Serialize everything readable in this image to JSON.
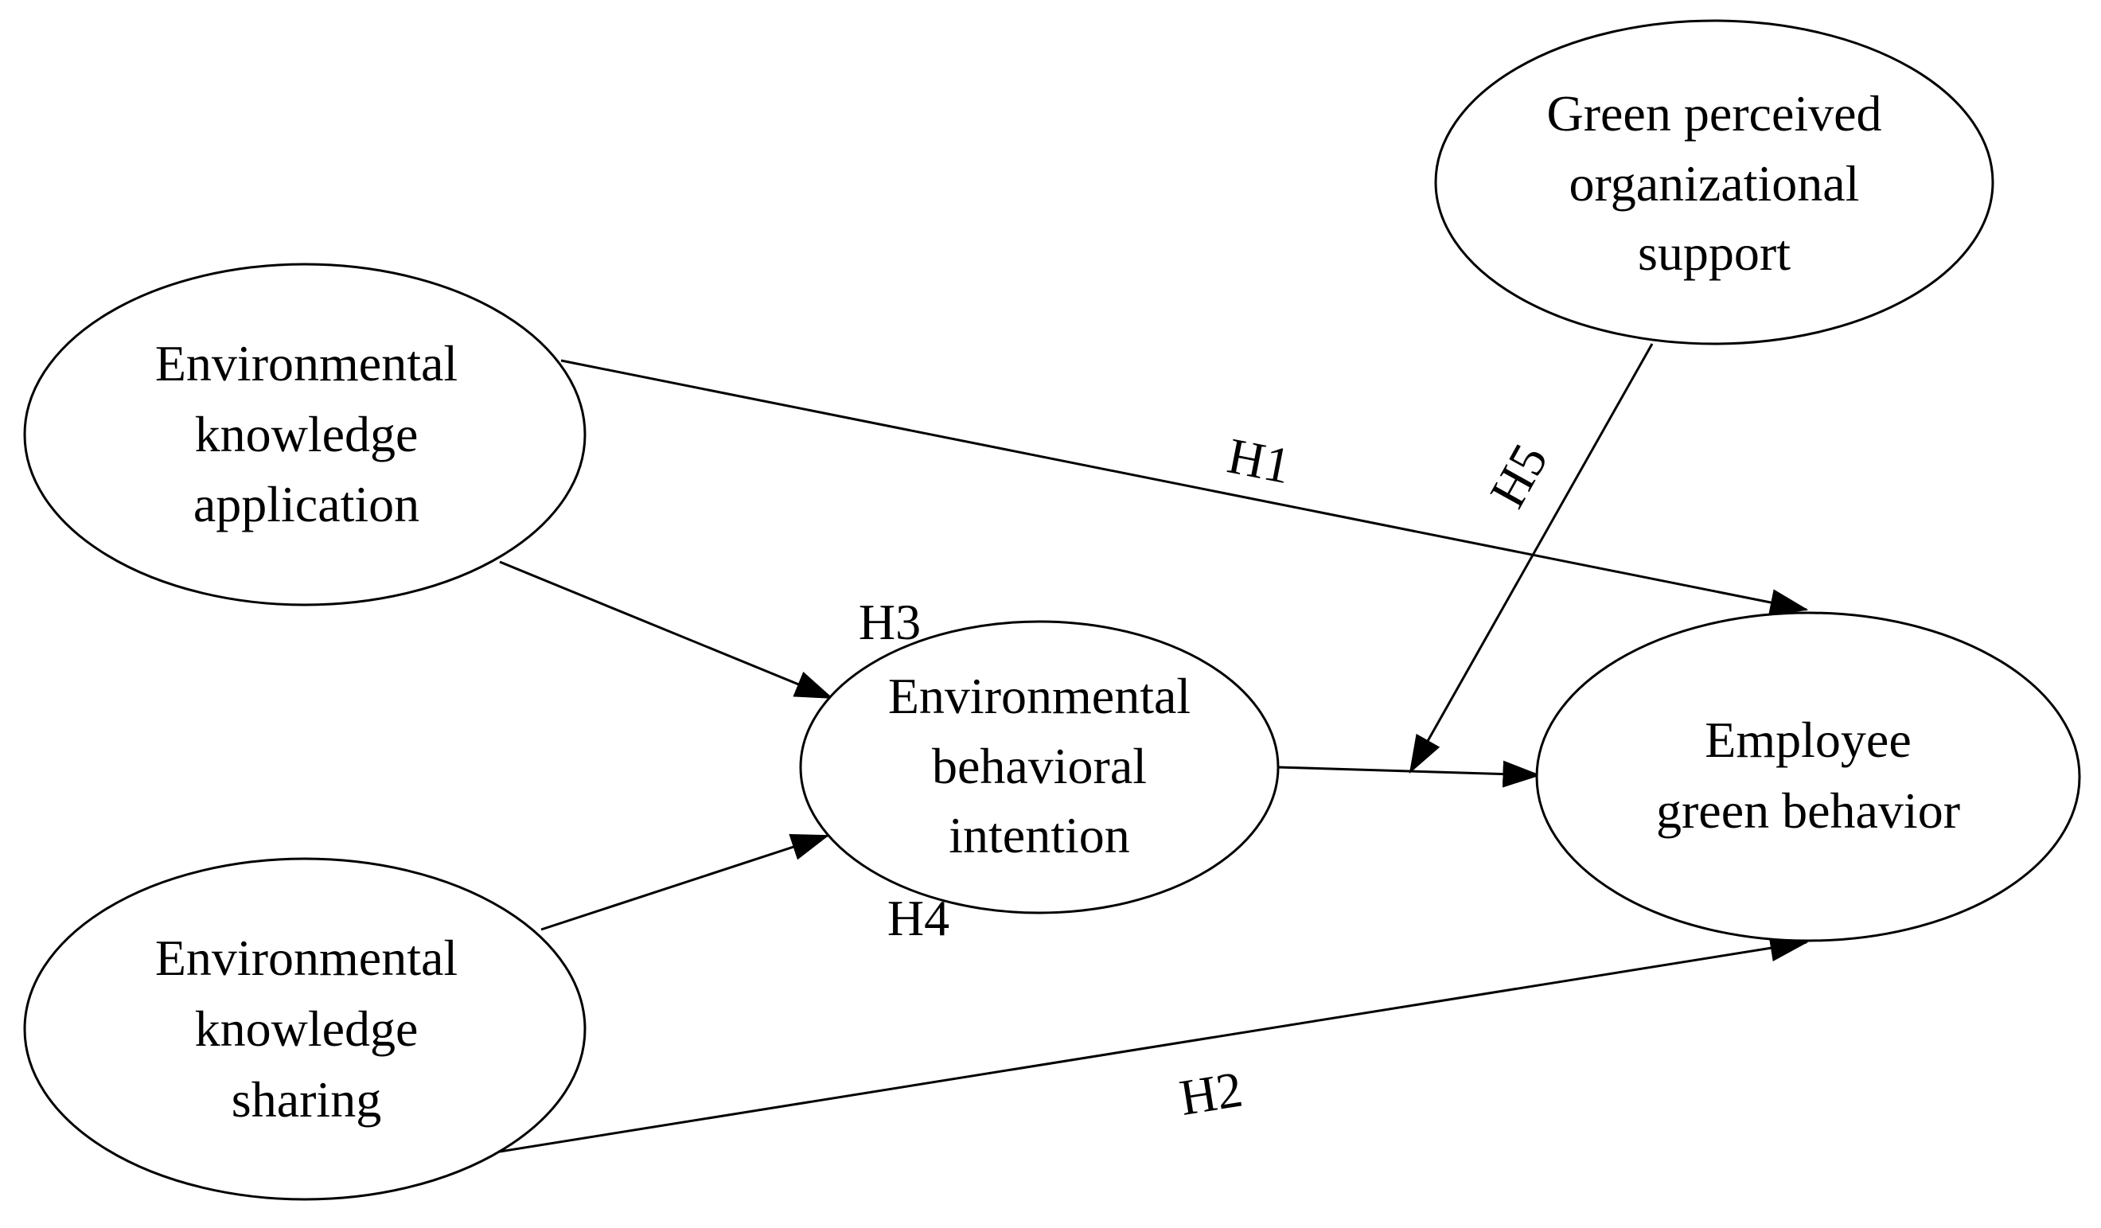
{
  "nodes": {
    "ek_application": {
      "lines": [
        "Environmental",
        "knowledge",
        "application"
      ]
    },
    "ek_sharing": {
      "lines": [
        "Environmental",
        "knowledge",
        "sharing"
      ]
    },
    "eb_intention": {
      "lines": [
        "Environmental",
        "behavioral",
        "intention"
      ]
    },
    "green_support": {
      "lines": [
        "Green perceived",
        "organizational",
        "support"
      ]
    },
    "employee_gb": {
      "lines": [
        "Employee",
        "green behavior"
      ]
    }
  },
  "hypotheses": {
    "h1": "H1",
    "h2": "H2",
    "h3": "H3",
    "h4": "H4",
    "h5": "H5"
  },
  "edges": [
    {
      "from": "ek_application",
      "to": "employee_gb",
      "label": "H1"
    },
    {
      "from": "ek_sharing",
      "to": "employee_gb",
      "label": "H2"
    },
    {
      "from": "ek_application",
      "to": "eb_intention",
      "label": "H3"
    },
    {
      "from": "ek_sharing",
      "to": "eb_intention",
      "label": "H4"
    },
    {
      "from": "eb_intention",
      "to": "employee_gb",
      "label": ""
    },
    {
      "from": "green_support",
      "to": "eb_intention->employee_gb",
      "label": "H5"
    }
  ]
}
